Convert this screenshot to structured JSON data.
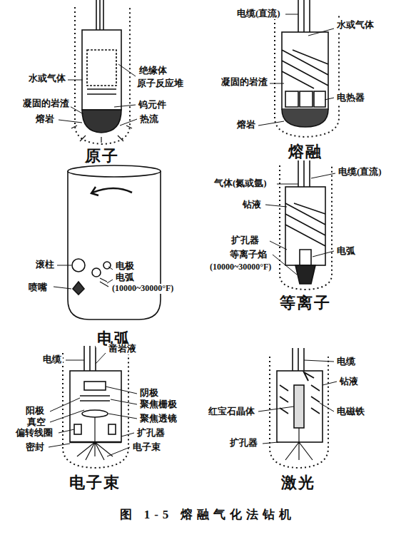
{
  "diagram": {
    "caption": "图 1-5 熔融气化法钻机",
    "labels": [
      "水或气体",
      "绝缘体",
      "原子反应堆",
      "凝固的岩渣",
      "钨元件",
      "熔岩",
      "热流",
      "原子",
      "电缆(直流)",
      "水或气体",
      "凝固的岩渣",
      "电热器",
      "熔岩",
      "熔融",
      "滚柱",
      "电极",
      "喷嘴",
      "电弧",
      "(10000~30000°F)",
      "电弧",
      "气体(氮或氩)",
      "电缆(直流)",
      "钻液",
      "扩孔器",
      "电弧",
      "等离子焰",
      "(10000~30000°F)",
      "等离子",
      "电缆",
      "凿岩液",
      "阴极",
      "聚焦栅极",
      "阳极",
      "真空",
      "聚焦透镜",
      "偏转线圈",
      "扩孔器",
      "密封",
      "电子束",
      "电子束",
      "电缆",
      "钻液",
      "红宝石晶体",
      "电磁铁",
      "扩孔器",
      "激光"
    ]
  }
}
